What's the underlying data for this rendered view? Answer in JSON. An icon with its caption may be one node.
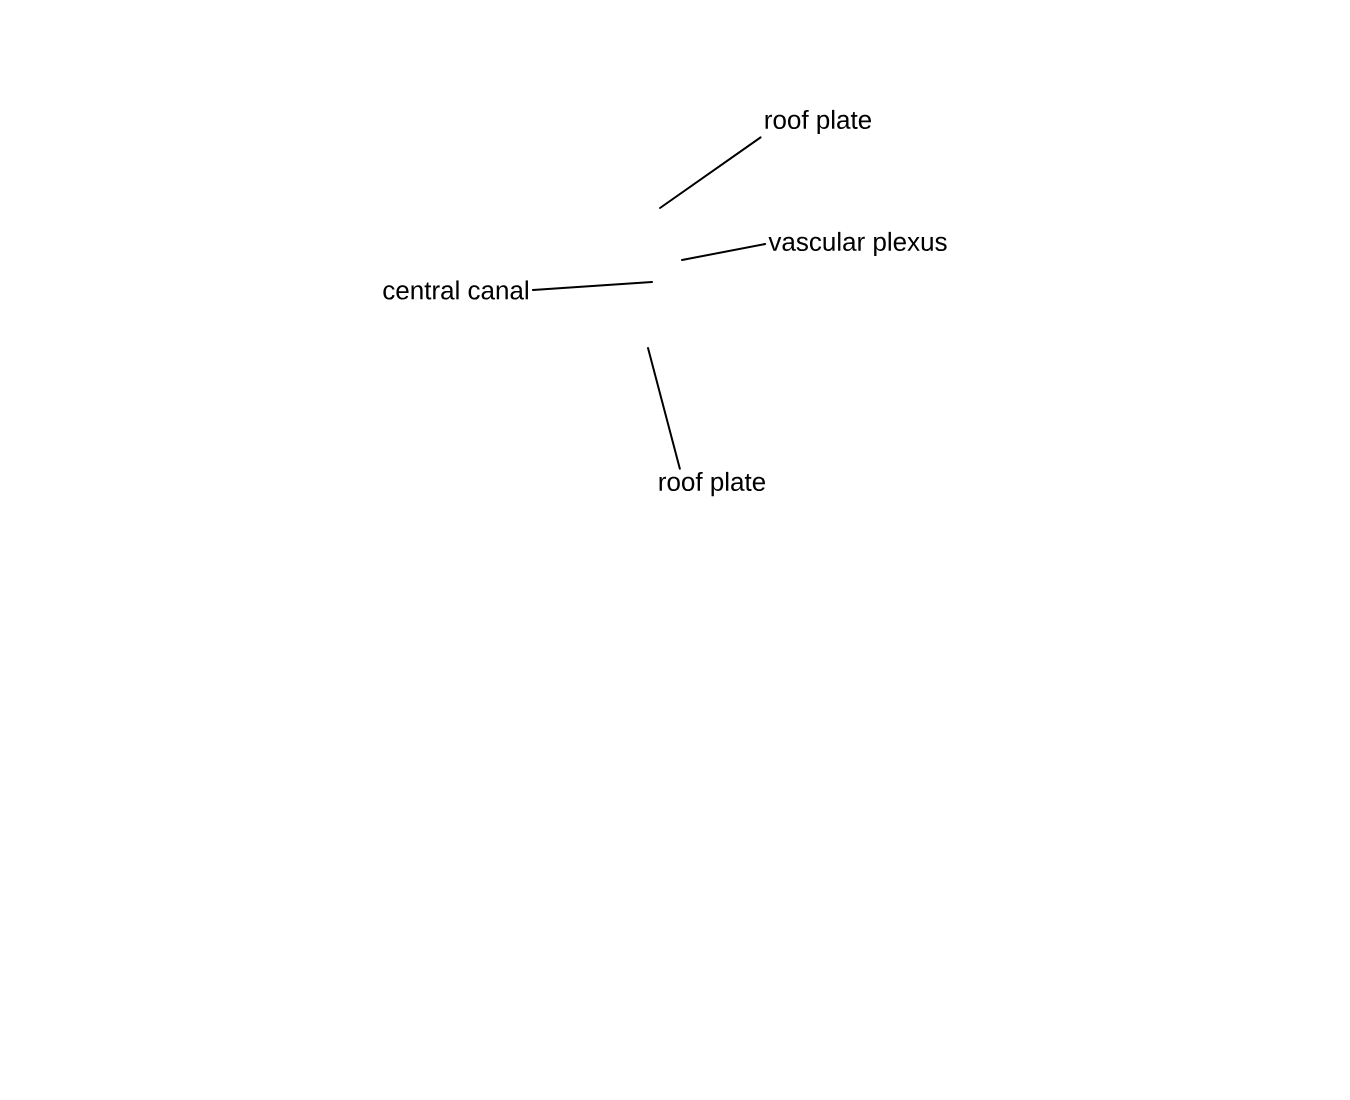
{
  "diagram": {
    "nodes": [
      {
        "text": [
          "roof plate"
        ]
      },
      {
        "text": [
          "vascular plexus"
        ]
      },
      {
        "text": [
          "central canal"
        ]
      },
      {
        "text": [
          "roof plate"
        ]
      }
    ],
    "edges": [
      {
        "from": 0,
        "to": null,
        "arrow": "none"
      },
      {
        "from": 1,
        "to": null,
        "arrow": "none"
      },
      {
        "from": 2,
        "to": null,
        "arrow": "none"
      },
      {
        "from": 3,
        "to": null,
        "arrow": "none"
      }
    ]
  }
}
